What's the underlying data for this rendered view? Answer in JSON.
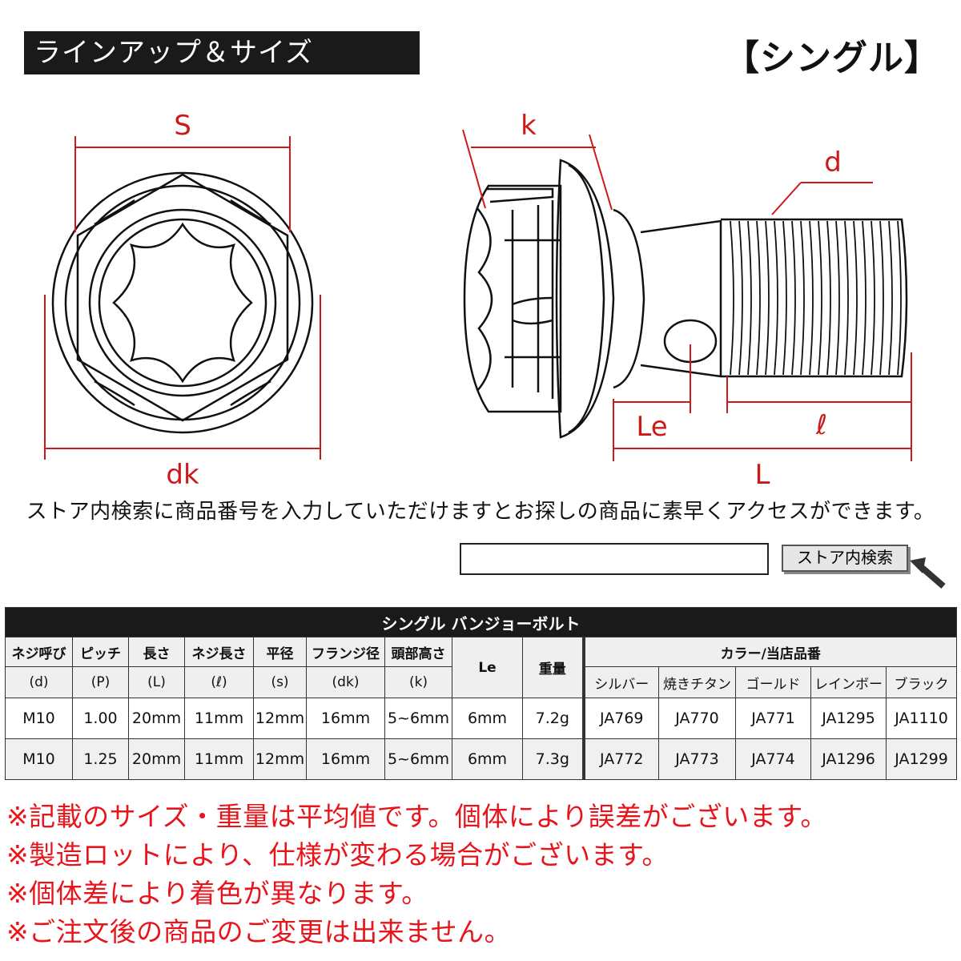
{
  "header": {
    "title": "ラインアップ＆サイズ",
    "variant": "【シングル】"
  },
  "diagram": {
    "labels": {
      "S": "S",
      "dk": "dk",
      "k": "k",
      "d": "d",
      "Le": "Le",
      "l": "ℓ",
      "L": "L"
    },
    "colors": {
      "dimension_line": "#cc1a1a",
      "outline": "#111111"
    }
  },
  "search": {
    "guide": "ストア内検索に商品番号を入力していただけますとお探しの商品に素早くアクセスができます。",
    "input_value": "",
    "button_label": "ストア内検索",
    "pointer_icon": "arrow-pointer-icon"
  },
  "table": {
    "title": "シングル バンジョーボルト",
    "columns": [
      {
        "name": "ネジ呼び",
        "symbol": "(d)"
      },
      {
        "name": "ピッチ",
        "symbol": "(P)"
      },
      {
        "name": "長さ",
        "symbol": "(L)"
      },
      {
        "name": "ネジ長さ",
        "symbol": "(ℓ)"
      },
      {
        "name": "平径",
        "symbol": "(s)"
      },
      {
        "name": "フランジ径",
        "symbol": "(dk)"
      },
      {
        "name": "頭部高さ",
        "symbol": "(k)"
      },
      {
        "name": "Le",
        "symbol": ""
      },
      {
        "name": "重量",
        "symbol": ""
      }
    ],
    "color_group": "カラー/当店品番",
    "colors": [
      "シルバー",
      "焼きチタン",
      "ゴールド",
      "レインボー",
      "ブラック"
    ],
    "rows": [
      {
        "specs": [
          "M10",
          "1.00",
          "20mm",
          "11mm",
          "12mm",
          "16mm",
          "5~6mm",
          "6mm",
          "7.2g"
        ],
        "codes": [
          "JA769",
          "JA770",
          "JA771",
          "JA1295",
          "JA1110"
        ]
      },
      {
        "specs": [
          "M10",
          "1.25",
          "20mm",
          "11mm",
          "12mm",
          "16mm",
          "5~6mm",
          "6mm",
          "7.3g"
        ],
        "codes": [
          "JA772",
          "JA773",
          "JA774",
          "JA1296",
          "JA1299"
        ]
      }
    ]
  },
  "notes": [
    "※記載のサイズ・重量は平均値です。個体により誤差がございます。",
    "※製造ロットにより、仕様が変わる場合がございます。",
    "※個体差により着色が異なります。",
    "※ご注文後の商品のご変更は出来ません。"
  ]
}
